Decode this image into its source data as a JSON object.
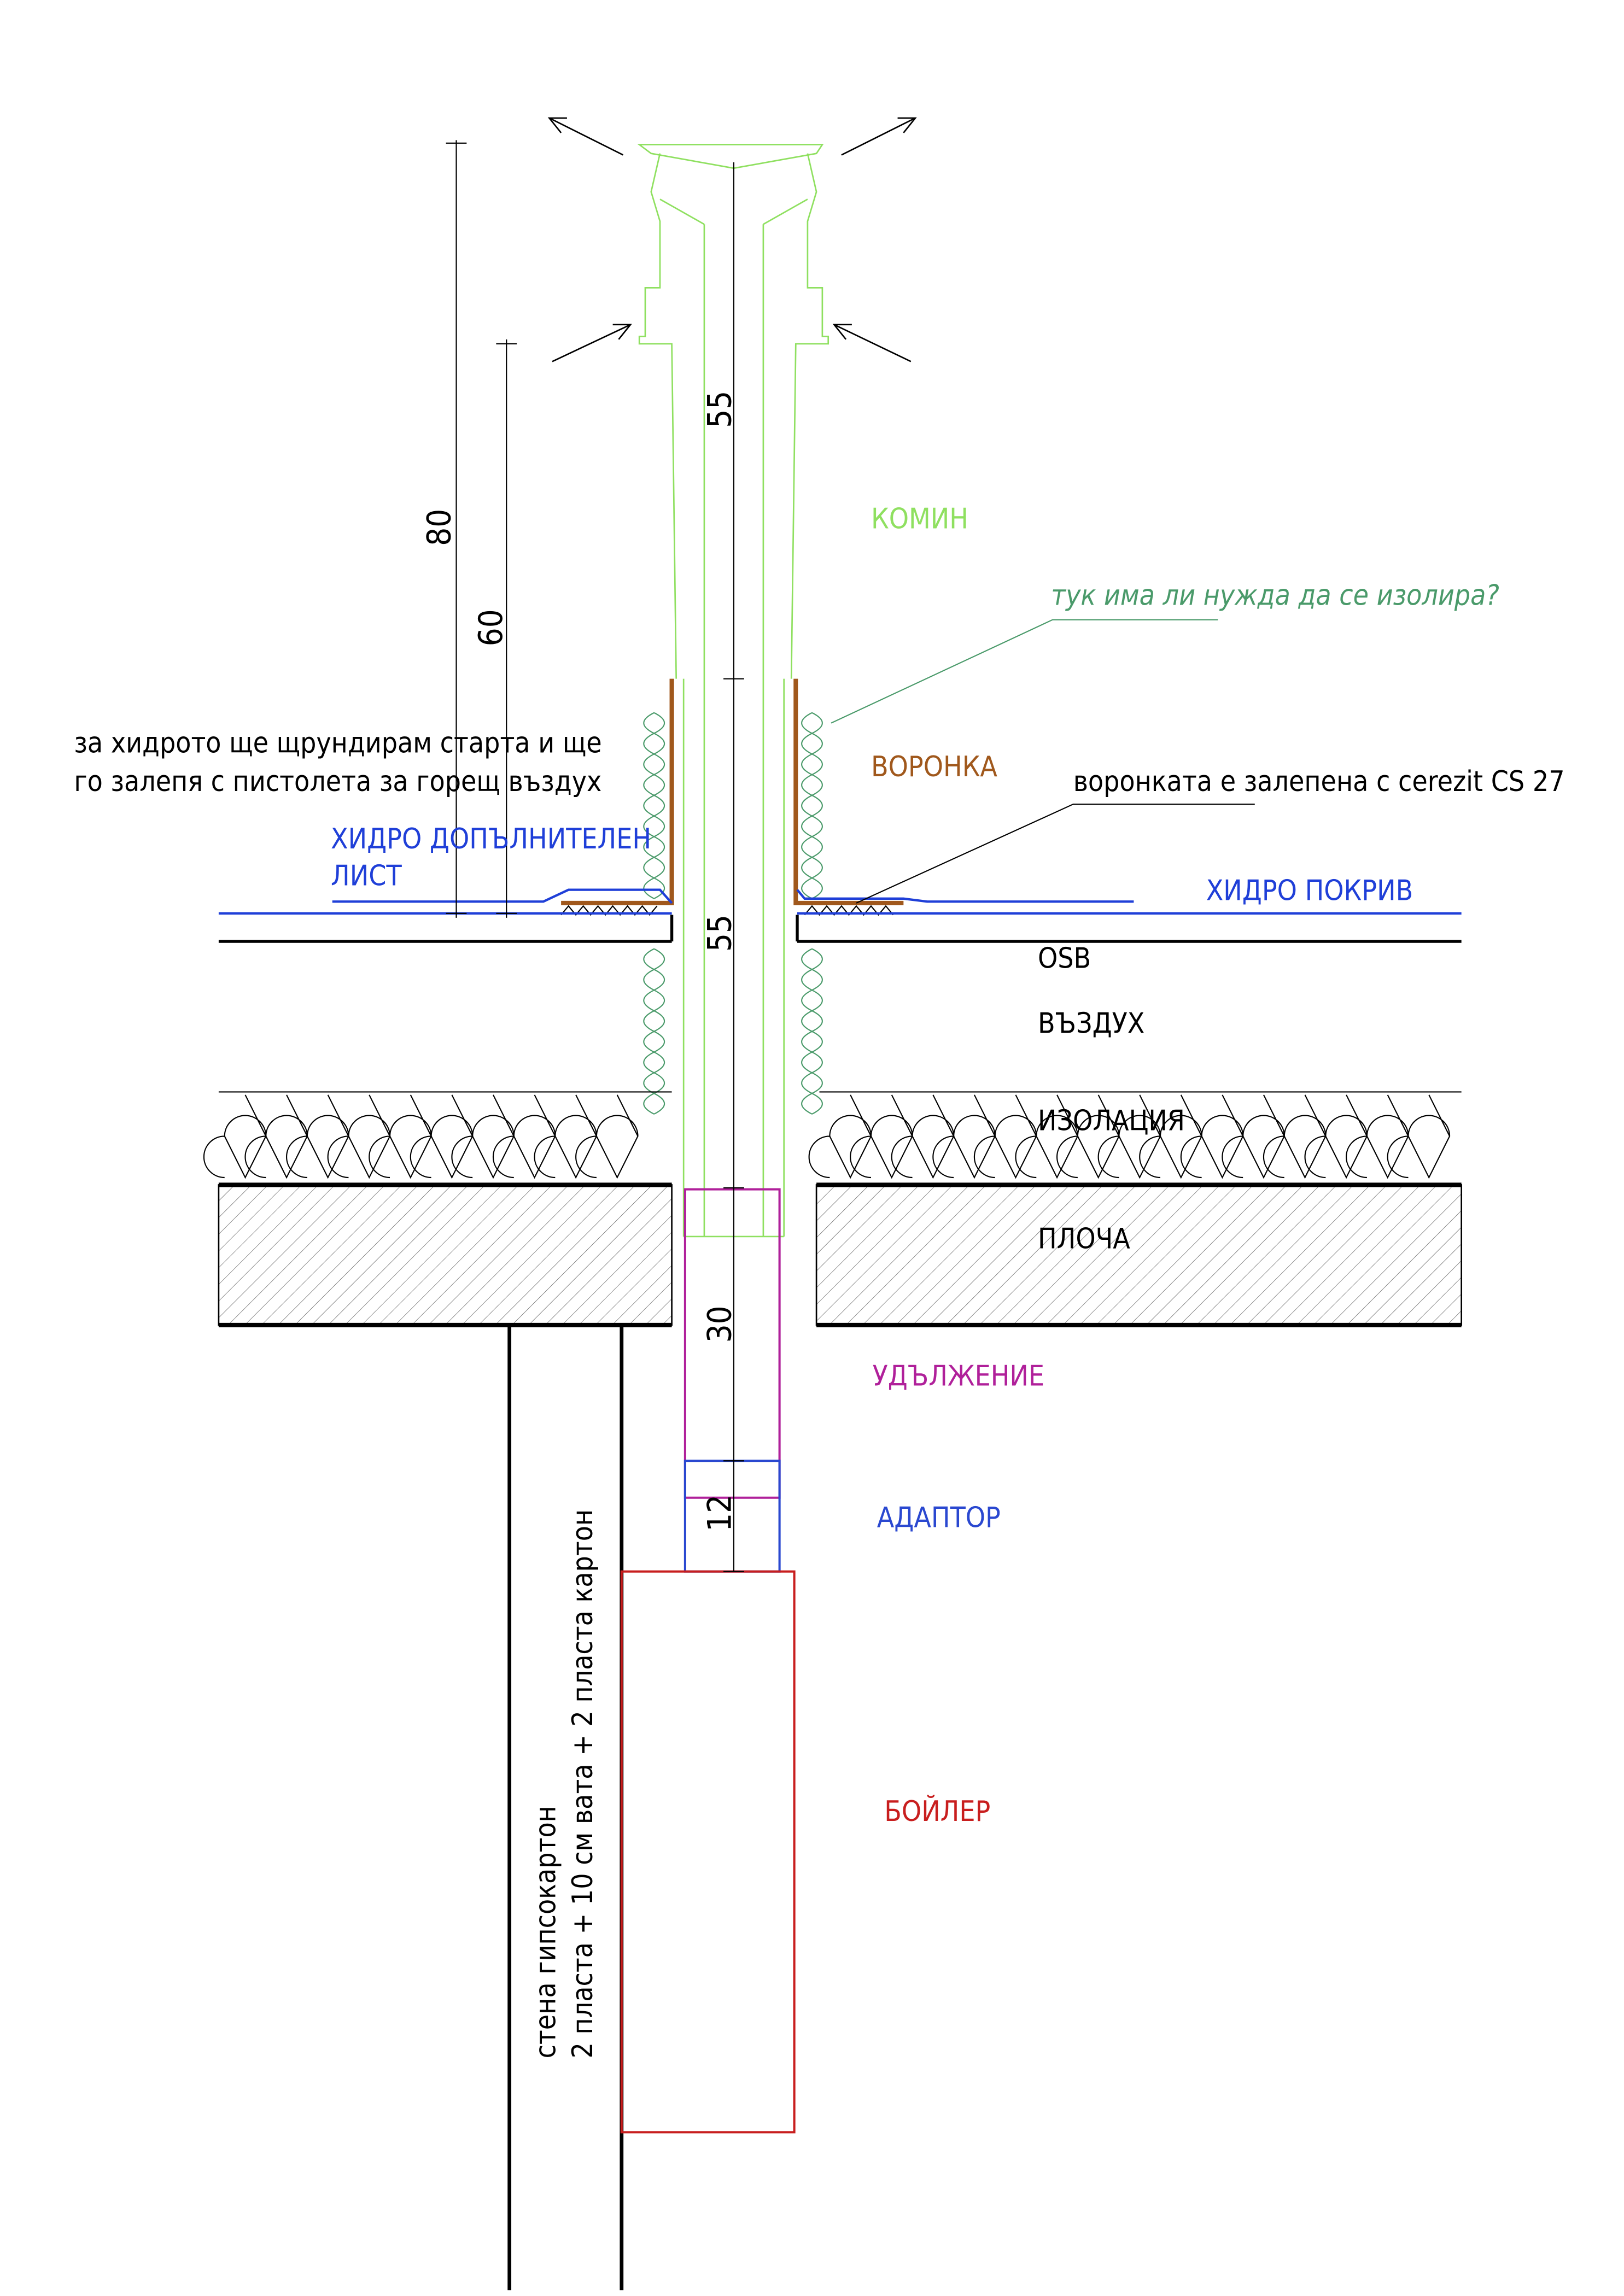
{
  "labels": {
    "komin": "КОМИН",
    "question": "тук има ли нужда да се изолира?",
    "voronka": "ВОРОНКА",
    "voronka_note": "воронката е залепена с cerezit CS 27",
    "hydro_note_line1": "за хидрото ще щрундирам старта и ще",
    "hydro_note_line2": "го залепя с пистолета за горещ въздух",
    "hydro_extra_line1": "ХИДРО ДОПЪЛНИТЕЛЕН",
    "hydro_extra_line2": "ЛИСТ",
    "hydro_roof": "ХИДРО ПОКРИВ",
    "osb": "OSB",
    "air": "ВЪЗДУХ",
    "insulation": "ИЗОЛАЦИЯ",
    "slab": "ПЛОЧА",
    "extension": "УДЪЛЖЕНИЕ",
    "adapter": "АДАПТОР",
    "boiler": "БОЙЛЕР",
    "wall_line1": "стена гипсокартон",
    "wall_line2": "2 пласта + 10 см вата + 2 пласта картон"
  },
  "dimensions": {
    "total_height": "80",
    "height_above_roof": "60",
    "pipe_upper": "55",
    "pipe_lower": "55",
    "extension": "30",
    "adapter": "12"
  },
  "colors": {
    "chimney": "#8fe060",
    "note_green": "#4a9a6a",
    "voronka": "#a0581c",
    "hydro": "#1f3fd8",
    "extension": "#b0209a",
    "adapter": "#2a48d0",
    "boiler": "#c81e1e"
  }
}
